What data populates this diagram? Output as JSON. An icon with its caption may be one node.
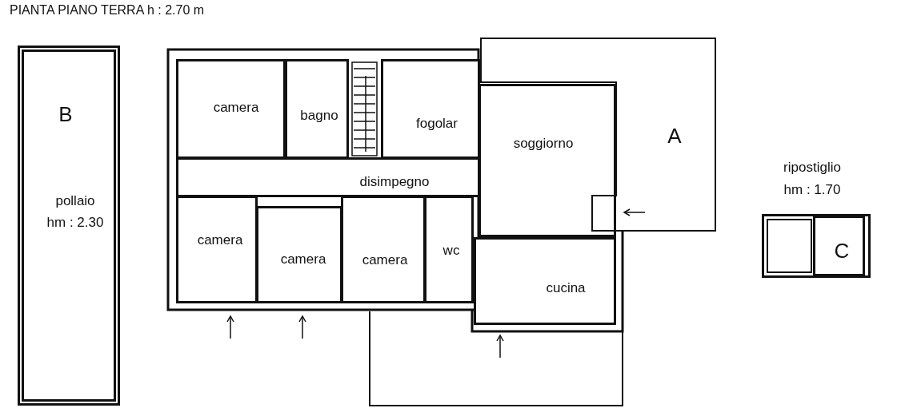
{
  "diagram": {
    "title": "PIANTA PIANO TERRA h : 2.70 m",
    "nodes": [
      {
        "text": [
          "B",
          "pollaio",
          "hm : 2.30"
        ]
      },
      {
        "text": [
          "camera"
        ]
      },
      {
        "text": [
          "bagno"
        ]
      },
      {
        "text": [
          "fogolar"
        ]
      },
      {
        "text": [
          "soggiorno"
        ]
      },
      {
        "text": [
          "disimpegno"
        ]
      },
      {
        "text": [
          "camera"
        ]
      },
      {
        "text": [
          "camera"
        ]
      },
      {
        "text": [
          "camera"
        ]
      },
      {
        "text": [
          "wc"
        ]
      },
      {
        "text": [
          "cucina"
        ]
      },
      {
        "text": [
          "A"
        ]
      },
      {
        "text": [
          "ripostiglio",
          "hm : 1.70"
        ]
      },
      {
        "text": [
          "C"
        ],
        "in": 12
      }
    ],
    "edges": []
  }
}
